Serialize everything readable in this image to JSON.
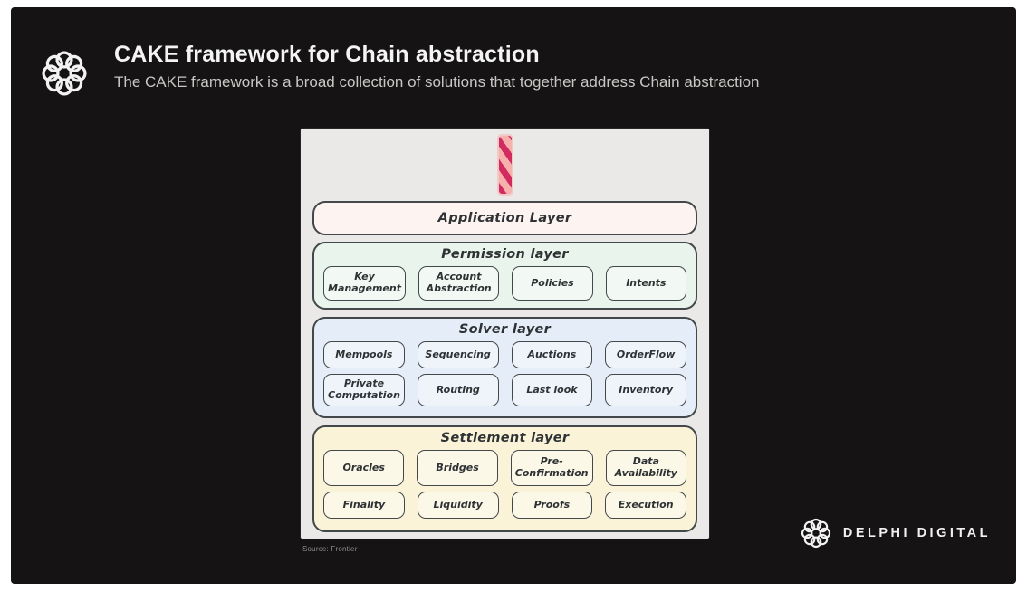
{
  "theme": {
    "slide-bg": "#151313",
    "card-bg": "#eae9e7",
    "app-bg": "#fdf3f0",
    "permission-bg": "#e9f5ec",
    "solver-bg": "#e4edf8",
    "settlement-bg": "#faf3d8",
    "stripe-dark": "#d22b5f",
    "stripe-light": "#f6b1ad",
    "ink": "#2e3234",
    "title-color": "#f4f4f4",
    "subtitle-color": "#c9c7c5"
  },
  "header": {
    "title": "CAKE framework for Chain abstraction",
    "subtitle": "The CAKE framework is a broad collection of solutions that together address Chain abstraction"
  },
  "diagram": {
    "application": {
      "title": "Application Layer"
    },
    "permission": {
      "title": "Permission layer",
      "boxes": [
        "Key Management",
        "Account Abstraction",
        "Policies",
        "Intents"
      ]
    },
    "solver": {
      "title": "Solver layer",
      "rows": [
        [
          "Mempools",
          "Sequencing",
          "Auctions",
          "OrderFlow"
        ],
        [
          "Private Computation",
          "Routing",
          "Last look",
          "Inventory"
        ]
      ]
    },
    "settlement": {
      "title": "Settlement layer",
      "rows": [
        [
          "Oracles",
          "Bridges",
          "Pre-Confirmation",
          "Data Availability"
        ],
        [
          "Finality",
          "Liquidity",
          "Proofs",
          "Execution"
        ]
      ]
    },
    "source_note": "Source: Frontier"
  },
  "footer": {
    "brand": "DELPHI DIGITAL"
  }
}
